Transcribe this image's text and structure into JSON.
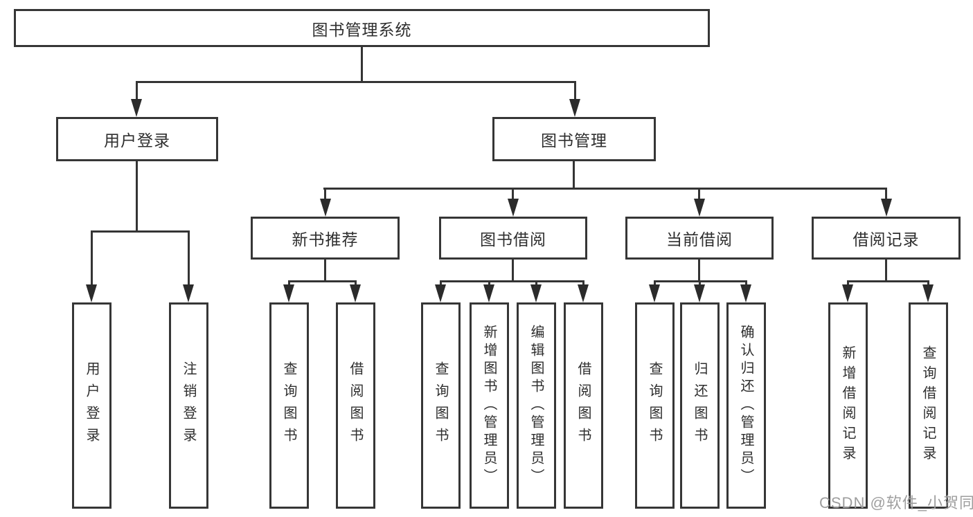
{
  "page": {
    "background": "#ffffff",
    "border_color": "#363636",
    "line_color": "#343434",
    "arrow_color": "#2b2b2b",
    "text_color": "#2e2e2e"
  },
  "watermark": {
    "text": "CSDN @软件_小贺同学",
    "color": "#9e9e9e"
  },
  "diagram": {
    "root": {
      "label": "图书管理系统"
    },
    "level2": {
      "login": {
        "label": "用户登录"
      },
      "management": {
        "label": "图书管理"
      }
    },
    "level3": {
      "recommend": {
        "label": "新书推荐"
      },
      "borrow": {
        "label": "图书借阅"
      },
      "current": {
        "label": "当前借阅"
      },
      "records": {
        "label": "借阅记录"
      }
    },
    "leaves": {
      "login_user": {
        "label": "用户登录"
      },
      "login_logout": {
        "label": "注销登录"
      },
      "rec_query": {
        "label": "查询图书"
      },
      "rec_borrow": {
        "label": "借阅图书"
      },
      "bor_query": {
        "label": "查询图书"
      },
      "bor_add": {
        "label": "新增图书（管理员）"
      },
      "bor_edit": {
        "label": "编辑图书（管理员）"
      },
      "bor_lend": {
        "label": "借阅图书"
      },
      "cur_query": {
        "label": "查询图书"
      },
      "cur_return": {
        "label": "归还图书"
      },
      "cur_confirm": {
        "label": "确认归还（管理员）"
      },
      "log_add": {
        "label": "新增借阅记录"
      },
      "log_query": {
        "label": "查询借阅记录"
      }
    }
  }
}
